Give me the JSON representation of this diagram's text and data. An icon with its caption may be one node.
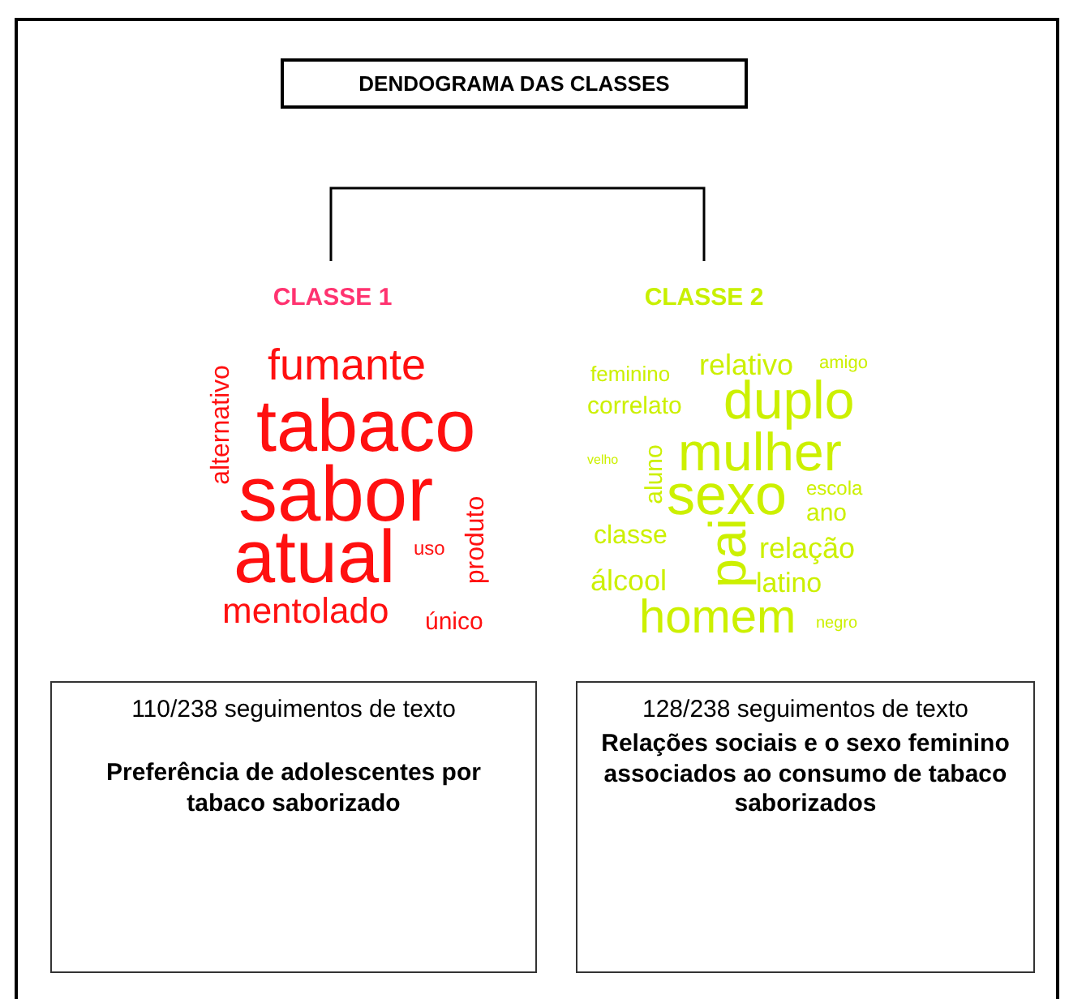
{
  "diagram": {
    "nodes": [
      {
        "text": [
          "DENDOGRAMA DAS CLASSES"
        ]
      },
      {
        "text": [
          "CLASSE 1"
        ]
      },
      {
        "text": [
          "CLASSE 2"
        ]
      },
      {
        "text": [
          "110/238 seguimentos de texto",
          "Preferência de adolescentes por tabaco saborizado"
        ]
      },
      {
        "text": [
          "128/238 seguimentos de texto",
          "Relações sociais e o sexo feminino associados ao consumo de tabaco saborizados"
        ]
      }
    ],
    "edges": [
      {
        "from": 1,
        "to": 2,
        "arrow": "none"
      }
    ],
    "labels": [
      "fumante",
      "alternativo",
      "tabaco",
      "sabor",
      "produto",
      "atual",
      "uso",
      "mentolado",
      "único",
      "feminino",
      "relativo",
      "amigo",
      "correlato",
      "duplo",
      "velho",
      "aluno",
      "mulher",
      "sexo",
      "escola",
      "ano",
      "classe",
      "pai",
      "relação",
      "álcool",
      "latino",
      "homem",
      "negro"
    ]
  }
}
